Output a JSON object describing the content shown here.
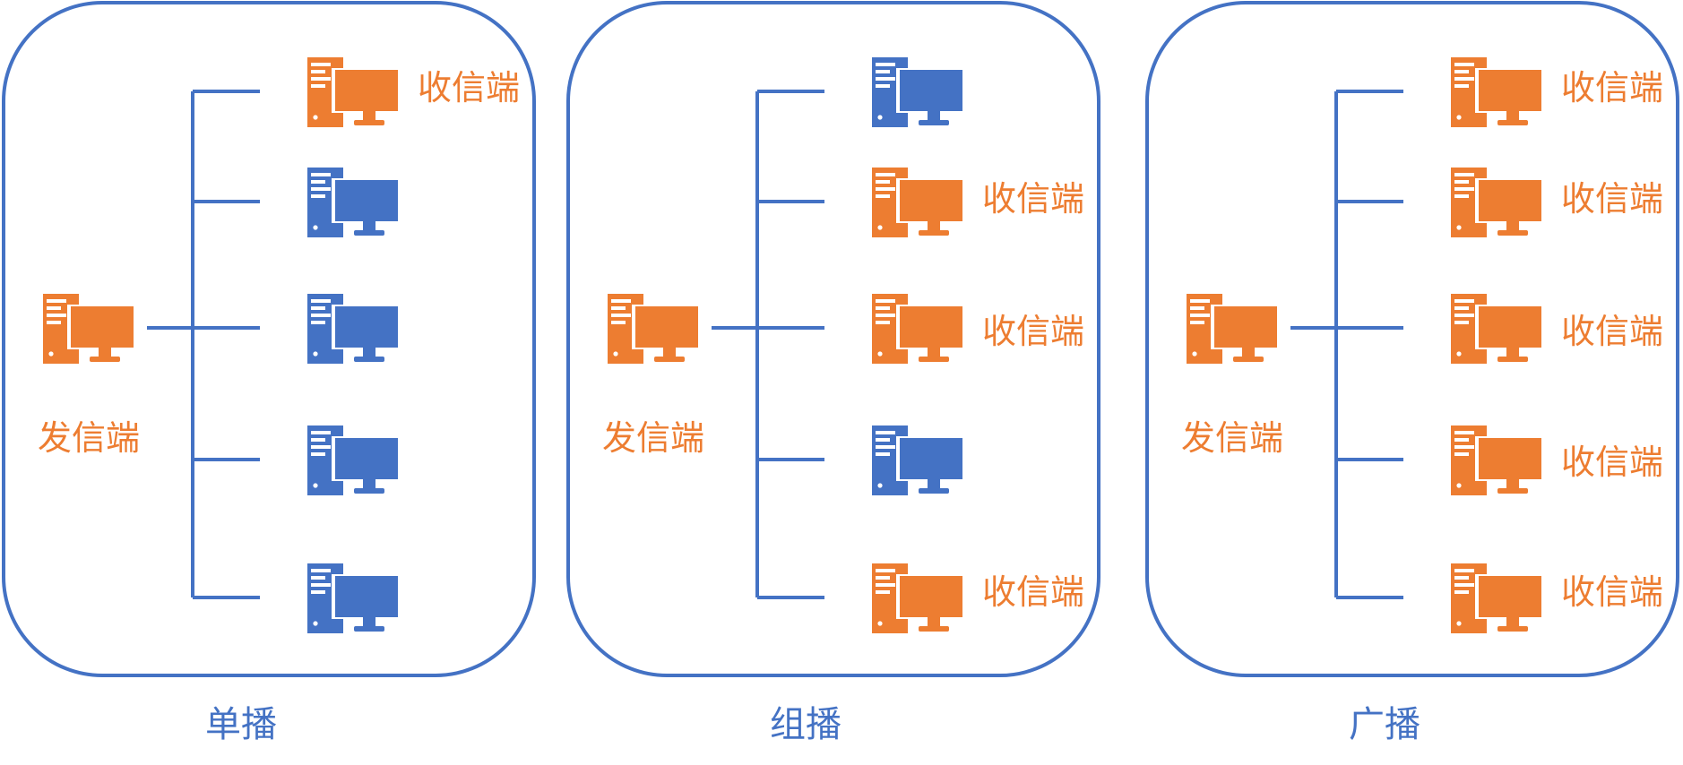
{
  "colors": {
    "orange": "#ED7D31",
    "blue": "#4472C4",
    "white": "#ffffff"
  },
  "icons": {
    "computer": "desktop-computer-icon"
  },
  "panels": [
    {
      "id": "unicast",
      "caption": "单播",
      "sender": {
        "label": "发信端",
        "color": "orange"
      },
      "receivers": [
        {
          "color": "orange",
          "label": "收信端"
        },
        {
          "color": "blue",
          "label": ""
        },
        {
          "color": "blue",
          "label": ""
        },
        {
          "color": "blue",
          "label": ""
        },
        {
          "color": "blue",
          "label": ""
        }
      ]
    },
    {
      "id": "multicast",
      "caption": "组播",
      "sender": {
        "label": "发信端",
        "color": "orange"
      },
      "receivers": [
        {
          "color": "blue",
          "label": ""
        },
        {
          "color": "orange",
          "label": "收信端"
        },
        {
          "color": "orange",
          "label": "收信端"
        },
        {
          "color": "blue",
          "label": ""
        },
        {
          "color": "orange",
          "label": "收信端"
        }
      ]
    },
    {
      "id": "broadcast",
      "caption": "广播",
      "sender": {
        "label": "发信端",
        "color": "orange"
      },
      "receivers": [
        {
          "color": "orange",
          "label": "收信端"
        },
        {
          "color": "orange",
          "label": "收信端"
        },
        {
          "color": "orange",
          "label": "收信端"
        },
        {
          "color": "orange",
          "label": "收信端"
        },
        {
          "color": "orange",
          "label": "收信端"
        }
      ]
    }
  ]
}
